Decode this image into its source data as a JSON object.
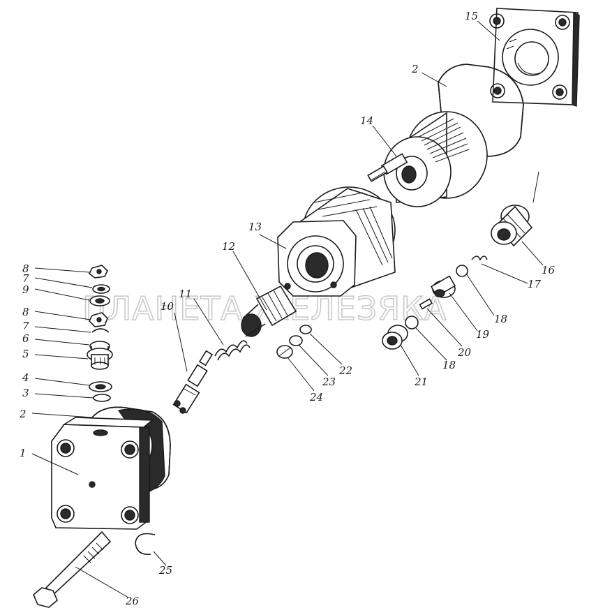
{
  "watermark": "ПЛАНЕТА ЖЕЛЕЗЯКА",
  "callouts": {
    "c1": "1",
    "c2a": "2",
    "c2b": "2",
    "c3": "3",
    "c4": "4",
    "c5": "5",
    "c6": "6",
    "c7a": "7",
    "c7b": "7",
    "c8a": "8",
    "c8b": "8",
    "c9": "9",
    "c10": "10",
    "c11": "11",
    "c12": "12",
    "c13": "13",
    "c14": "14",
    "c15": "15",
    "c16": "16",
    "c17": "17",
    "c18a": "18",
    "c18b": "18",
    "c19": "19",
    "c20": "20",
    "c21": "21",
    "c22": "22",
    "c23": "23",
    "c24": "24",
    "c25": "25",
    "c26": "26"
  }
}
